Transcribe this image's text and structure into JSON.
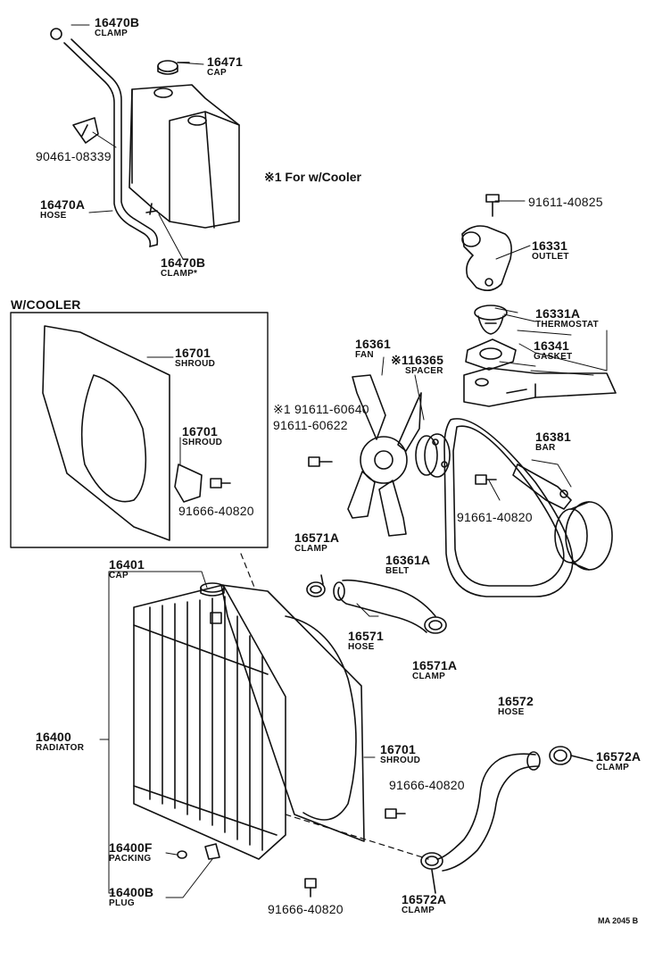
{
  "note": "※1 For w/Cooler",
  "inset_title": "W/COOLER",
  "drawing_code": "MA 2045 B",
  "labels": [
    {
      "id": "clamp-16470b-top",
      "num": "16470B",
      "name": "CLAMP"
    },
    {
      "id": "cap-16471",
      "num": "16471",
      "name": "CAP"
    },
    {
      "id": "bolt-90461",
      "num": "90461-08339",
      "name": ""
    },
    {
      "id": "hose-16470a",
      "num": "16470A",
      "name": "HOSE"
    },
    {
      "id": "clamp-16470b-bottom",
      "num": "16470B",
      "name": "CLAMP*"
    },
    {
      "id": "bolt-91611-40825",
      "num": "91611-40825",
      "name": ""
    },
    {
      "id": "outlet-16331",
      "num": "16331",
      "name": "OUTLET"
    },
    {
      "id": "thermostat-16331a",
      "num": "16331A",
      "name": "THERMOSTAT"
    },
    {
      "id": "gasket-16341",
      "num": "16341",
      "name": "GASKET"
    },
    {
      "id": "fan-16361",
      "num": "16361",
      "name": "FAN"
    },
    {
      "id": "spacer-16365",
      "num": "※116365",
      "name": "SPACER"
    },
    {
      "id": "shroud-16701-a",
      "num": "16701",
      "name": "SHROUD"
    },
    {
      "id": "shroud-16701-b",
      "num": "16701",
      "name": "SHROUD"
    },
    {
      "id": "bolt-91666-inset",
      "num": "91666-40820",
      "name": ""
    },
    {
      "id": "bolt-91611-60640",
      "num": "※1 91611-60640 91611-60622",
      "name": ""
    },
    {
      "id": "bar-16381",
      "num": "16381",
      "name": "BAR"
    },
    {
      "id": "bolt-91661-40820",
      "num": "91661-40820",
      "name": ""
    },
    {
      "id": "clamp-16571a-top",
      "num": "16571A",
      "name": "CLAMP"
    },
    {
      "id": "belt-16361a",
      "num": "16361A",
      "name": "BELT"
    },
    {
      "id": "cap-16401",
      "num": "16401",
      "name": "CAP"
    },
    {
      "id": "hose-16571",
      "num": "16571",
      "name": "HOSE"
    },
    {
      "id": "clamp-16571a-bottom",
      "num": "16571A",
      "name": "CLAMP"
    },
    {
      "id": "hose-16572",
      "num": "16572",
      "name": "HOSE"
    },
    {
      "id": "radiator-16400",
      "num": "16400",
      "name": "RADIATOR"
    },
    {
      "id": "shroud-16701-c",
      "num": "16701",
      "name": "SHROUD"
    },
    {
      "id": "clamp-16572a-right",
      "num": "16572A",
      "name": "CLAMP"
    },
    {
      "id": "bolt-91666-mid",
      "num": "91666-40820",
      "name": ""
    },
    {
      "id": "packing-16400f",
      "num": "16400F",
      "name": "PACKING"
    },
    {
      "id": "plug-16400b",
      "num": "16400B",
      "name": "PLUG"
    },
    {
      "id": "bolt-91666-bottom",
      "num": "91666-40820",
      "name": ""
    },
    {
      "id": "clamp-16572a-bottom",
      "num": "16572A",
      "name": "CLAMP"
    }
  ]
}
